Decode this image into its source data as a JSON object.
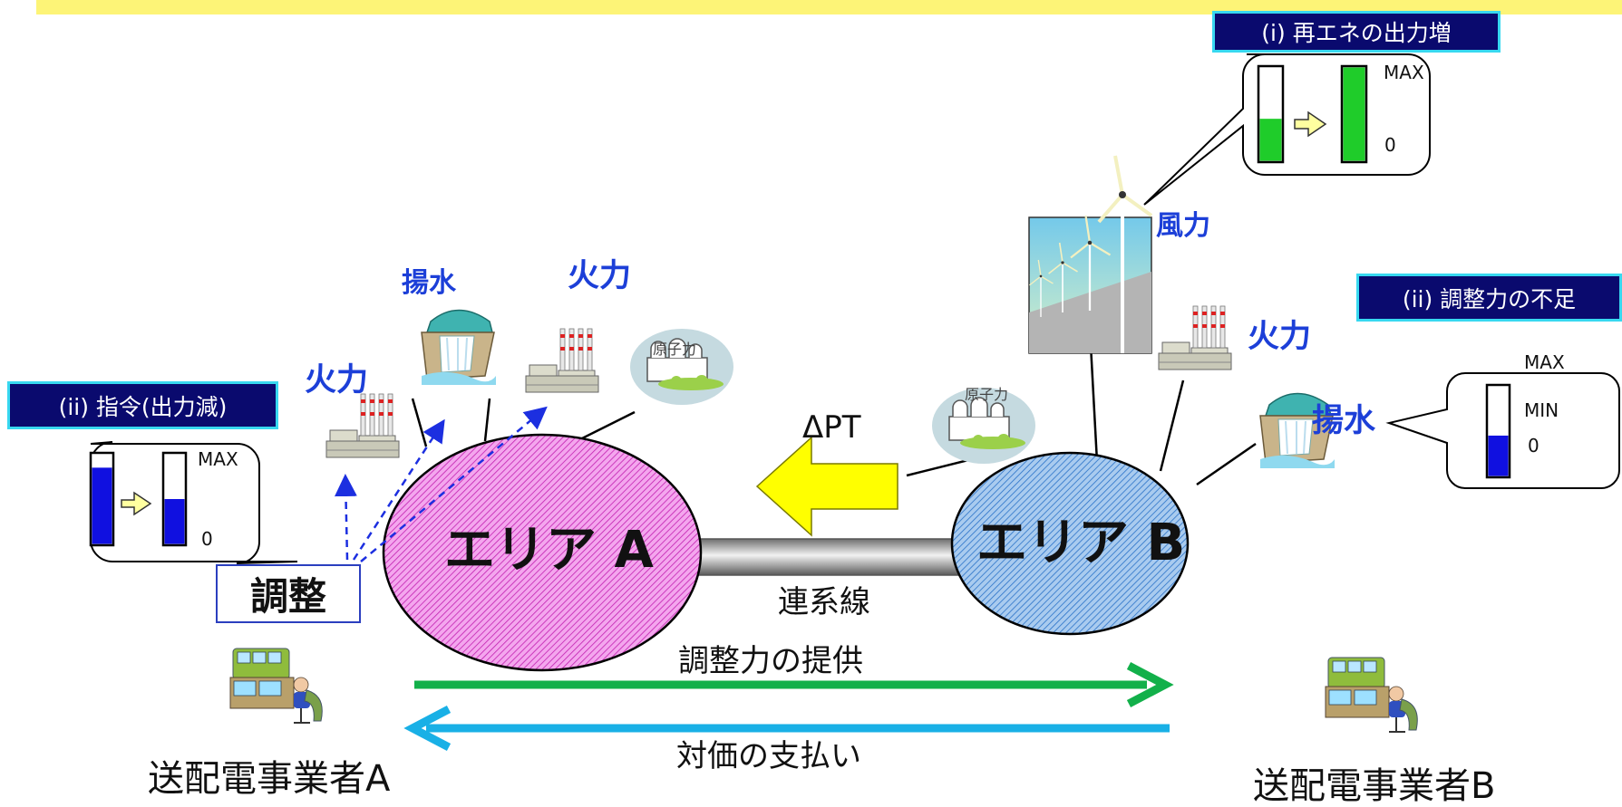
{
  "areas": {
    "a": "エリア A",
    "b": "エリア B"
  },
  "plants": {
    "thermal_a1": "火力",
    "pumped_a": "揚水",
    "thermal_a2": "火力",
    "nuclear_a": "原子力",
    "wind_b": "風力",
    "thermal_b": "火力",
    "nuclear_b": "原子力",
    "pumped_b": "揚水"
  },
  "callouts": {
    "renewable": {
      "title": "(i) 再エネの出力増",
      "max": "MAX",
      "zero": "0"
    },
    "shortage": {
      "title": "(ii) 調整力の不足",
      "max": "MAX",
      "min": "MIN",
      "zero": "0"
    },
    "command": {
      "title": "(ii) 指令(出力減)",
      "max": "MAX",
      "zero": "0"
    }
  },
  "adjust_box": "調整",
  "delta_pt": "ΔPT",
  "interconnector": "連系線",
  "flows": {
    "provide": "調整力の提供",
    "payment": "対価の支払い"
  },
  "operators": {
    "a": "送配電事業者A",
    "b": "送配電事業者B"
  },
  "colors": {
    "plant_label": "#1c3fd8",
    "navy_box": "#0a0a6e",
    "box_border": "#38d8f0",
    "area_a_fill": "#f4a6ee",
    "area_b_fill": "#a9cbef",
    "provide_arrow": "#12b04a",
    "payment_arrow": "#19b0e6",
    "pt_arrow": "#ffff00",
    "renewable_gauge": "#1fcc2a",
    "reserve_gauge": "#1010e0"
  },
  "gauges": {
    "renewable_before": 0.45,
    "renewable_after": 1.0,
    "command_before": 0.85,
    "command_after": 0.5,
    "shortage_level": 0.45
  }
}
